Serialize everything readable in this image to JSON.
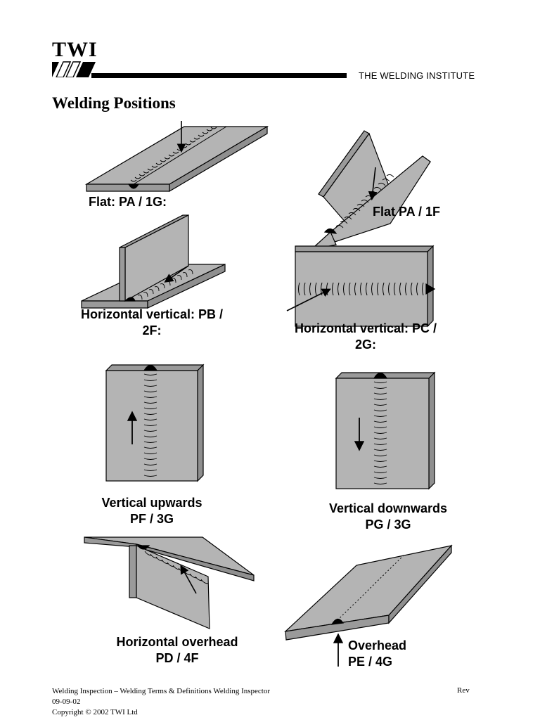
{
  "header": {
    "logo": "TWI",
    "institute": "THE WELDING INSTITUTE"
  },
  "title": "Welding Positions",
  "positions": {
    "flat_butt": {
      "label": "Flat: PA / 1G:"
    },
    "flat_fillet": {
      "label": "Flat PA / 1F"
    },
    "hv_fillet": {
      "line1": "Horizontal vertical: PB /",
      "line2": "2F:"
    },
    "hv_butt": {
      "line1": "Horizontal vertical: PC /",
      "line2": "2G:"
    },
    "vert_up": {
      "line1": "Vertical upwards",
      "line2": "PF / 3G"
    },
    "vert_down": {
      "line1": "Vertical downwards",
      "line2": "PG / 3G"
    },
    "horiz_overhead": {
      "line1": "Horizontal overhead",
      "line2": "PD / 4F"
    },
    "overhead": {
      "line1": "Overhead",
      "line2": "PE / 4G"
    }
  },
  "footer": {
    "line1": "Welding Inspection – Welding Terms & Definitions Welding Inspector",
    "line2": "09-09-02",
    "line3": "Copyright © 2002 TWI Ltd",
    "rev": "Rev"
  },
  "colors": {
    "plate": "#b4b4b4",
    "plate_side": "#9a9a9a",
    "ink": "#000000"
  }
}
